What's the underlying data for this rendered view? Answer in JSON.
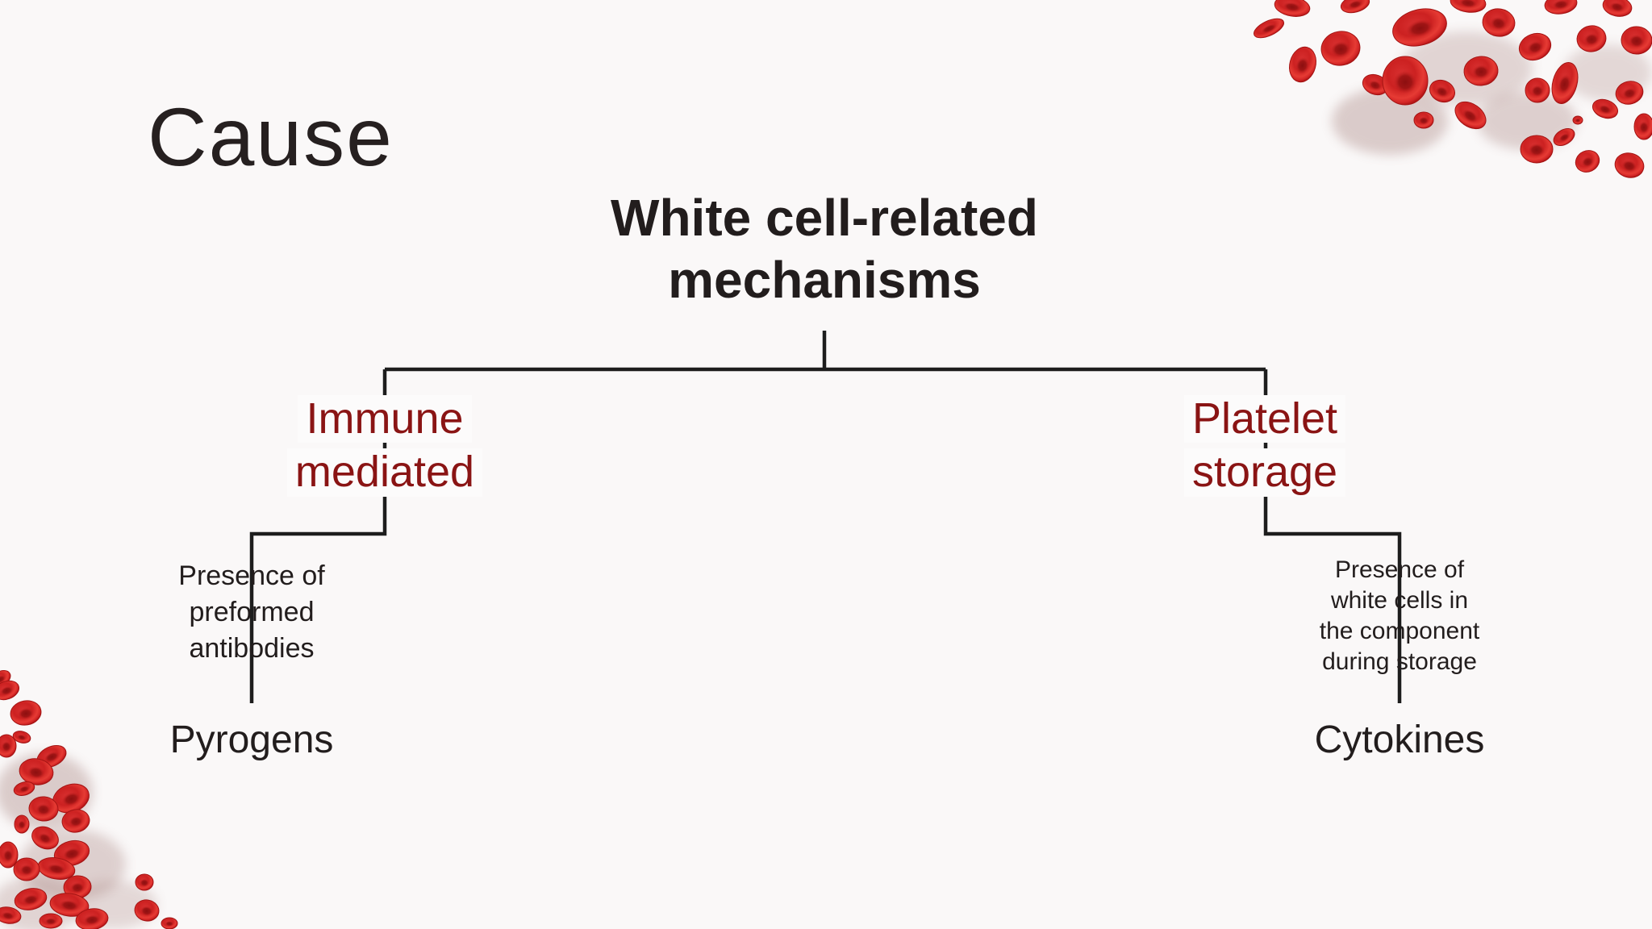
{
  "slide": {
    "title": "Cause",
    "background_color": "#faf8f8",
    "title_color": "#262020",
    "heading_color": "#221d1d",
    "branch_color": "#8a1414",
    "line_color": "#1d1d1d",
    "decoration": {
      "top_right": "red-blood-cells-cluster",
      "bottom_left": "red-blood-cells-cluster",
      "cell_color": "#cc2121"
    }
  },
  "diagram": {
    "root": {
      "label": "White cell-related mechanisms",
      "lines": [
        "White cell-related",
        "mechanisms"
      ]
    },
    "branches": [
      {
        "label": "Immune mediated",
        "lines": [
          "Immune",
          "mediated"
        ],
        "child": {
          "label": "Presence of preformed antibodies",
          "lines": [
            "Presence of",
            "preformed",
            "antibodies"
          ]
        },
        "leaf": "Pyrogens"
      },
      {
        "label": "Platelet storage",
        "lines": [
          "Platelet",
          "storage"
        ],
        "child": {
          "label": "Presence of white cells in the component during storage",
          "lines": [
            "Presence of",
            "white cells in",
            "the component",
            "during storage"
          ]
        },
        "leaf": "Cytokines"
      }
    ]
  }
}
